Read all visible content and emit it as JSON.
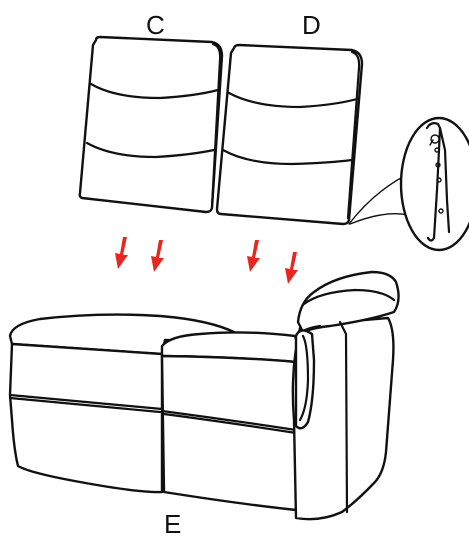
{
  "labels": {
    "back_cushion_left": "C",
    "back_cushion_right": "D",
    "seat_unit": "E"
  },
  "colors": {
    "arrow": "#e8251f",
    "line": "#111111"
  },
  "arrow_count": 4,
  "icons": {
    "arrow": "down-arrow-icon",
    "detail": "bracket-detail-magnifier"
  }
}
